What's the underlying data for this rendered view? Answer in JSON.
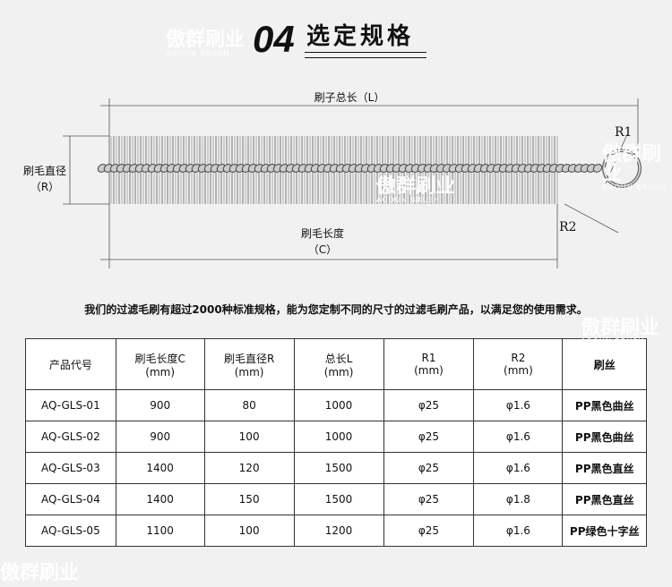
{
  "watermark": {
    "cn": "傲群刷业",
    "en": "AOQUN BRUSH"
  },
  "header": {
    "number": "04",
    "title": "选定规格"
  },
  "diagram": {
    "total_length": "刷子总长（L）",
    "diameter": "刷毛直径",
    "diameter_sym": "（R）",
    "bristle_length": "刷毛长度",
    "bristle_length_sym": "（C）",
    "r1": "R1",
    "r2": "R2"
  },
  "intro": "我们的过滤毛刷有超过2000种标准规格，能为您定制不同的尺寸的过滤毛刷产品，以满足您的使用需求。",
  "table": {
    "headers": [
      {
        "l1": "产品代号",
        "l2": ""
      },
      {
        "l1": "刷毛长度C",
        "l2": "(mm)"
      },
      {
        "l1": "刷毛直径R",
        "l2": "(mm)"
      },
      {
        "l1": "总长L",
        "l2": "(mm)"
      },
      {
        "l1": "R1",
        "l2": "(mm)"
      },
      {
        "l1": "R2",
        "l2": "(mm)"
      },
      {
        "l1": "刷丝",
        "l2": ""
      }
    ],
    "rows": [
      [
        "AQ-GLS-01",
        "900",
        "80",
        "1000",
        "φ25",
        "φ1.6",
        "PP黑色曲丝"
      ],
      [
        "AQ-GLS-02",
        "900",
        "100",
        "1000",
        "φ25",
        "φ1.6",
        "PP黑色曲丝"
      ],
      [
        "AQ-GLS-03",
        "1400",
        "120",
        "1500",
        "φ25",
        "φ1.6",
        "PP黑色直丝"
      ],
      [
        "AQ-GLS-04",
        "1400",
        "150",
        "1500",
        "φ25",
        "φ1.8",
        "PP黑色直丝"
      ],
      [
        "AQ-GLS-05",
        "1100",
        "100",
        "1200",
        "φ25",
        "φ1.6",
        "PP绿色十字丝"
      ]
    ]
  }
}
